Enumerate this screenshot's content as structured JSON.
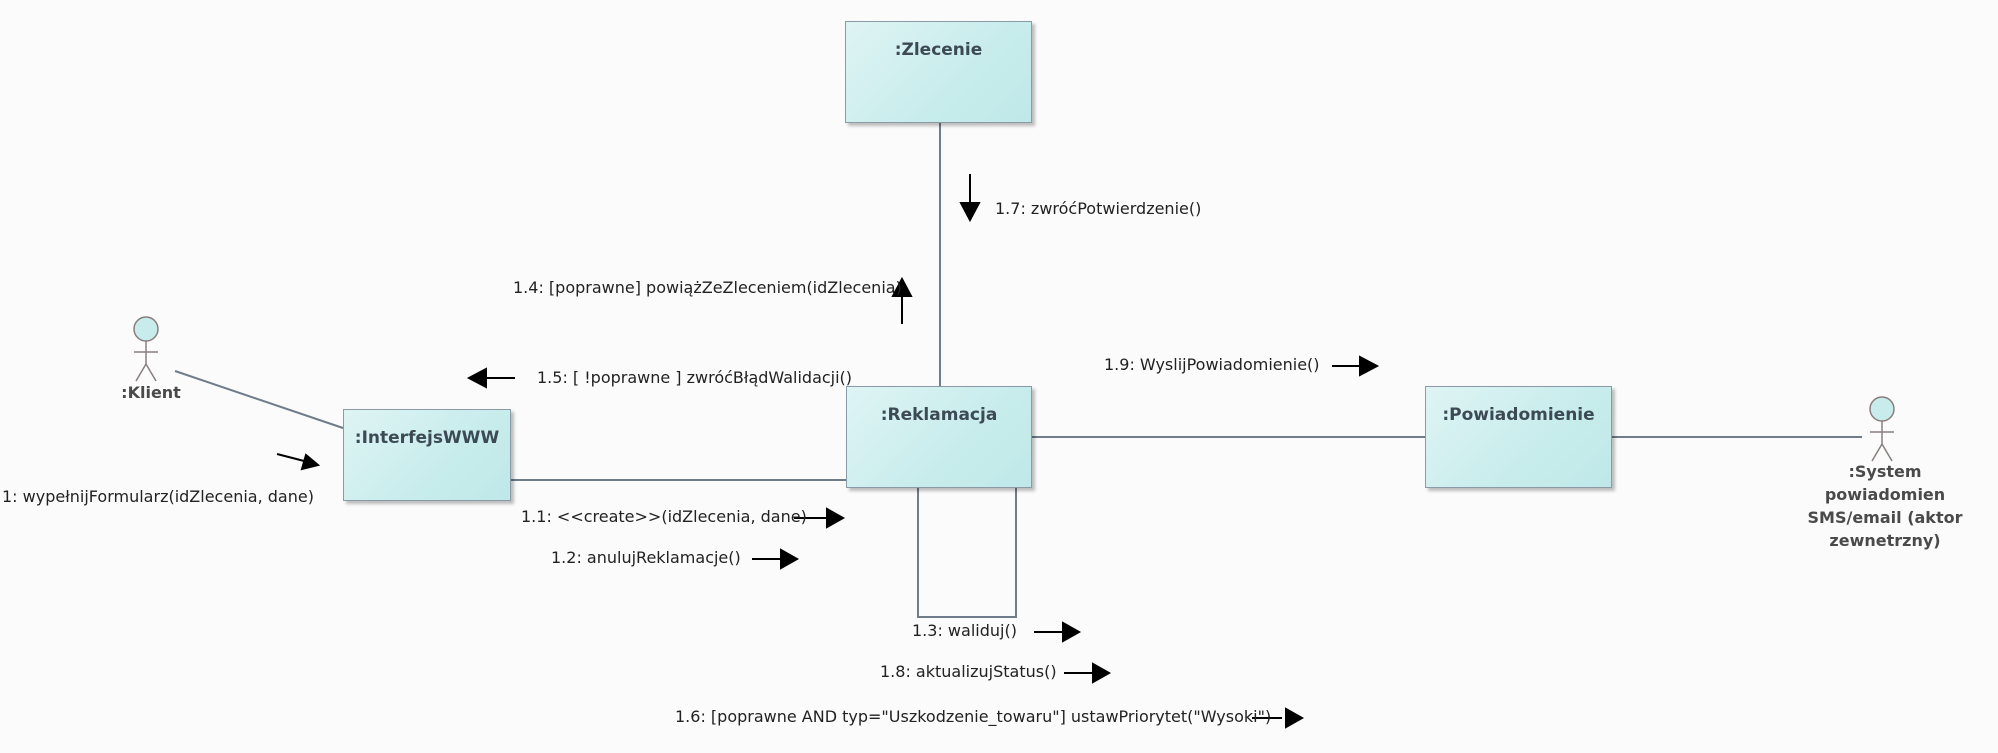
{
  "objects": {
    "zlecenie": ":Zlecenie",
    "reklamacja": ":Reklamacja",
    "interfejs": ":InterfejsWWW",
    "powiadomienie": ":Powiadomienie"
  },
  "actors": {
    "klient": ":Klient",
    "system_lines": [
      ":System",
      "powiadomien",
      "SMS/email (aktor",
      "zewnetrzny)"
    ]
  },
  "messages": {
    "m1": "1: wypełnijFormularz(idZlecenia, dane)",
    "m1_1": "1.1: <<create>>(idZlecenia, dane)",
    "m1_2": "1.2: anulujReklamacje()",
    "m1_3": "1.3: waliduj()",
    "m1_4": "1.4: [poprawne] powiążZeZleceniem(idZlecenia)",
    "m1_5": "1.5: [ !poprawne ] zwróćBłądWalidacji()",
    "m1_6": "1.6: [poprawne AND typ=\"Uszkodzenie_towaru\"] ustawPriorytet(\"Wysoki\")",
    "m1_7": "1.7: zwróćPotwierdzenie()",
    "m1_8": "1.8: aktualizujStatus()",
    "m1_9": "1.9: WyslijPowiadomienie()"
  },
  "colors": {
    "node_fill": "#c8ecec",
    "node_border": "#8a9aa6",
    "link": "#6f7c8a",
    "actor_fill": "#c8ecec",
    "arrow": "#000000"
  }
}
